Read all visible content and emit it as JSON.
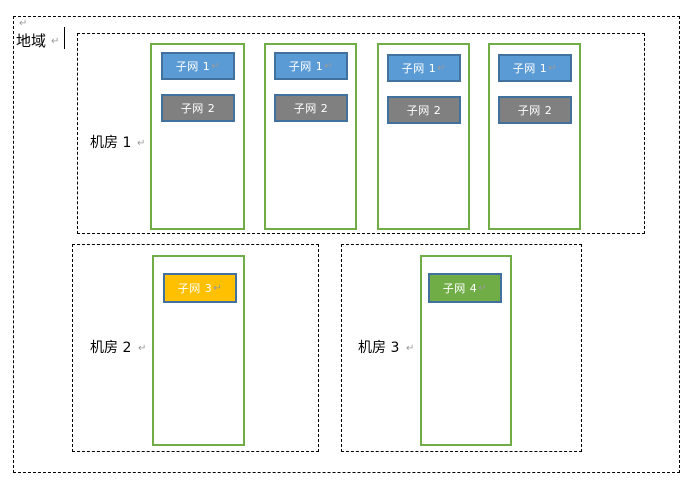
{
  "diagram": {
    "region": {
      "label": "地域",
      "pilcrow": "↵",
      "top_pilcrow": "↵"
    },
    "datacenters": [
      {
        "id": "dc-1",
        "label": "机房 1",
        "pilcrow": "↵",
        "zones": [
          {
            "id": "dc1-zone-1",
            "subnets": [
              {
                "label": "子网 1",
                "pilcrow": "↵",
                "color": "#5B9BD5",
                "style": "subnet-blue"
              },
              {
                "label": "子网 2",
                "pilcrow": "",
                "color": "#808080",
                "style": "subnet-gray"
              }
            ]
          },
          {
            "id": "dc1-zone-2",
            "subnets": [
              {
                "label": "子网 1",
                "pilcrow": "↵",
                "color": "#5B9BD5",
                "style": "subnet-blue"
              },
              {
                "label": "子网 2",
                "pilcrow": "",
                "color": "#808080",
                "style": "subnet-gray"
              }
            ]
          },
          {
            "id": "dc1-zone-3",
            "subnets": [
              {
                "label": "子网 1",
                "pilcrow": "↵",
                "color": "#5B9BD5",
                "style": "subnet-blue"
              },
              {
                "label": "子网 2",
                "pilcrow": "",
                "color": "#808080",
                "style": "subnet-gray"
              }
            ]
          },
          {
            "id": "dc1-zone-4",
            "subnets": [
              {
                "label": "子网 1",
                "pilcrow": "↵",
                "color": "#5B9BD5",
                "style": "subnet-blue"
              },
              {
                "label": "子网 2",
                "pilcrow": "",
                "color": "#808080",
                "style": "subnet-gray"
              }
            ]
          }
        ]
      },
      {
        "id": "dc-2",
        "label": "机房 2",
        "pilcrow": "↵",
        "zones": [
          {
            "id": "dc2-zone-1",
            "subnets": [
              {
                "label": "子网 3",
                "pilcrow": "↵",
                "color": "#FFC000",
                "style": "subnet-orange"
              }
            ]
          }
        ]
      },
      {
        "id": "dc-3",
        "label": "机房 3",
        "pilcrow": "↵",
        "zones": [
          {
            "id": "dc3-zone-1",
            "subnets": [
              {
                "label": "子网 4",
                "pilcrow": "↵",
                "color": "#70AD47",
                "style": "subnet-green"
              }
            ]
          }
        ]
      }
    ],
    "colors": {
      "zone_border": "#70AD47",
      "subnet_border": "#41719C",
      "subnet_blue": "#5B9BD5",
      "subnet_gray": "#808080",
      "subnet_orange": "#FFC000",
      "subnet_green": "#70AD47",
      "dashed_border": "#000000",
      "pilcrow": "#9A9A9A",
      "text": "#000000",
      "subnet_text": "#FFFFFF"
    }
  }
}
